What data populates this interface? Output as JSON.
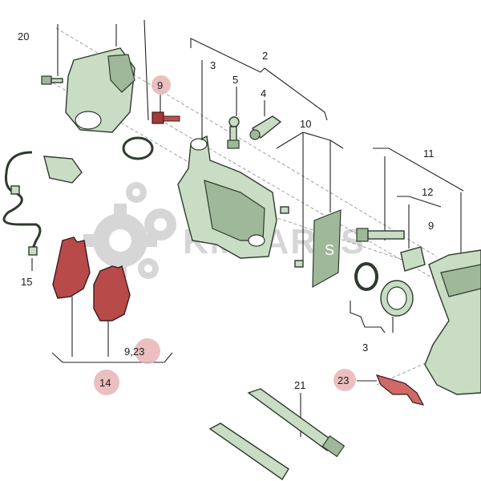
{
  "labels": {
    "l20": "20",
    "l9a": "9",
    "l3a": "3",
    "l2": "2",
    "l5": "5",
    "l4": "4",
    "l10": "10",
    "l11": "11",
    "l12": "12",
    "l9b": "9",
    "l15": "15",
    "l3b": "3",
    "l9_23": "9,23",
    "l14": "14",
    "l23": "23",
    "l21": "21"
  },
  "watermark": {
    "text": "KMPARTS"
  },
  "colors": {
    "highlight": "#e8b4b4",
    "part_green": "#c9dcc4",
    "pad_red": "#b84a4a"
  }
}
